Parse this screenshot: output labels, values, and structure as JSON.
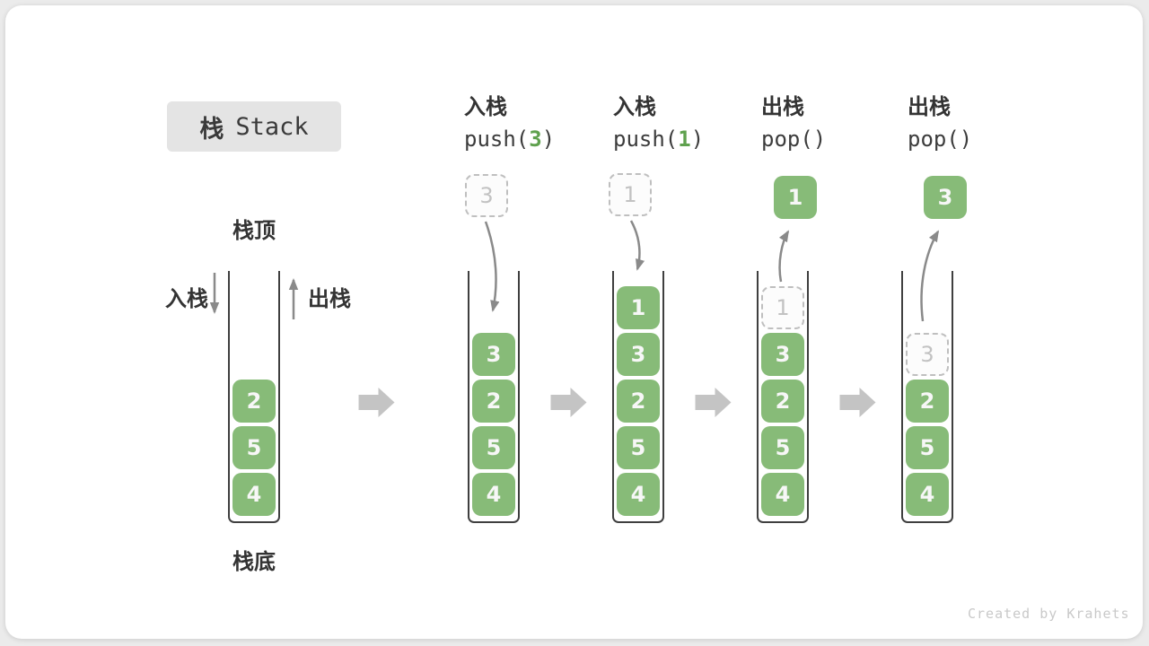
{
  "title": {
    "zh": "栈",
    "en": "Stack"
  },
  "footer": {
    "credit": "Created by Krahets"
  },
  "initial_stack": {
    "top_label": "栈顶",
    "bottom_label": "栈底",
    "push_arrow_label": "入栈",
    "pop_arrow_label": "出栈",
    "values": [
      "2",
      "5",
      "4"
    ]
  },
  "steps": [
    {
      "op": "入栈",
      "code": {
        "pre": "push(",
        "arg": "3",
        "post": ")"
      },
      "floating": {
        "value": "3",
        "variant": "ghost"
      },
      "cells": [
        {
          "value": "3",
          "variant": "solid"
        },
        {
          "value": "2",
          "variant": "solid"
        },
        {
          "value": "5",
          "variant": "solid"
        },
        {
          "value": "4",
          "variant": "solid"
        }
      ]
    },
    {
      "op": "入栈",
      "code": {
        "pre": "push(",
        "arg": "1",
        "post": ")"
      },
      "floating": {
        "value": "1",
        "variant": "ghost"
      },
      "cells": [
        {
          "value": "1",
          "variant": "solid"
        },
        {
          "value": "3",
          "variant": "solid"
        },
        {
          "value": "2",
          "variant": "solid"
        },
        {
          "value": "5",
          "variant": "solid"
        },
        {
          "value": "4",
          "variant": "solid"
        }
      ]
    },
    {
      "op": "出栈",
      "code": {
        "pre": "pop(",
        "arg": "",
        "post": ")"
      },
      "floating": {
        "value": "1",
        "variant": "solid"
      },
      "cells": [
        {
          "value": "1",
          "variant": "ghost"
        },
        {
          "value": "3",
          "variant": "solid"
        },
        {
          "value": "2",
          "variant": "solid"
        },
        {
          "value": "5",
          "variant": "solid"
        },
        {
          "value": "4",
          "variant": "solid"
        }
      ]
    },
    {
      "op": "出栈",
      "code": {
        "pre": "pop(",
        "arg": "",
        "post": ")"
      },
      "floating": {
        "value": "3",
        "variant": "solid"
      },
      "cells": [
        {
          "value": "3",
          "variant": "ghost"
        },
        {
          "value": "2",
          "variant": "solid"
        },
        {
          "value": "5",
          "variant": "solid"
        },
        {
          "value": "4",
          "variant": "solid"
        }
      ]
    }
  ],
  "colors": {
    "box_green": "#87BB78",
    "code_arg_green": "#5FA14E",
    "arrow_gray": "#8A8A8A",
    "block_arrow_gray": "#C4C4C4",
    "ghost_border": "#BFBFBF",
    "ghost_text": "#C2C2C2",
    "badge_bg": "#E4E4E4",
    "footer_gray": "#C9C9C9"
  }
}
